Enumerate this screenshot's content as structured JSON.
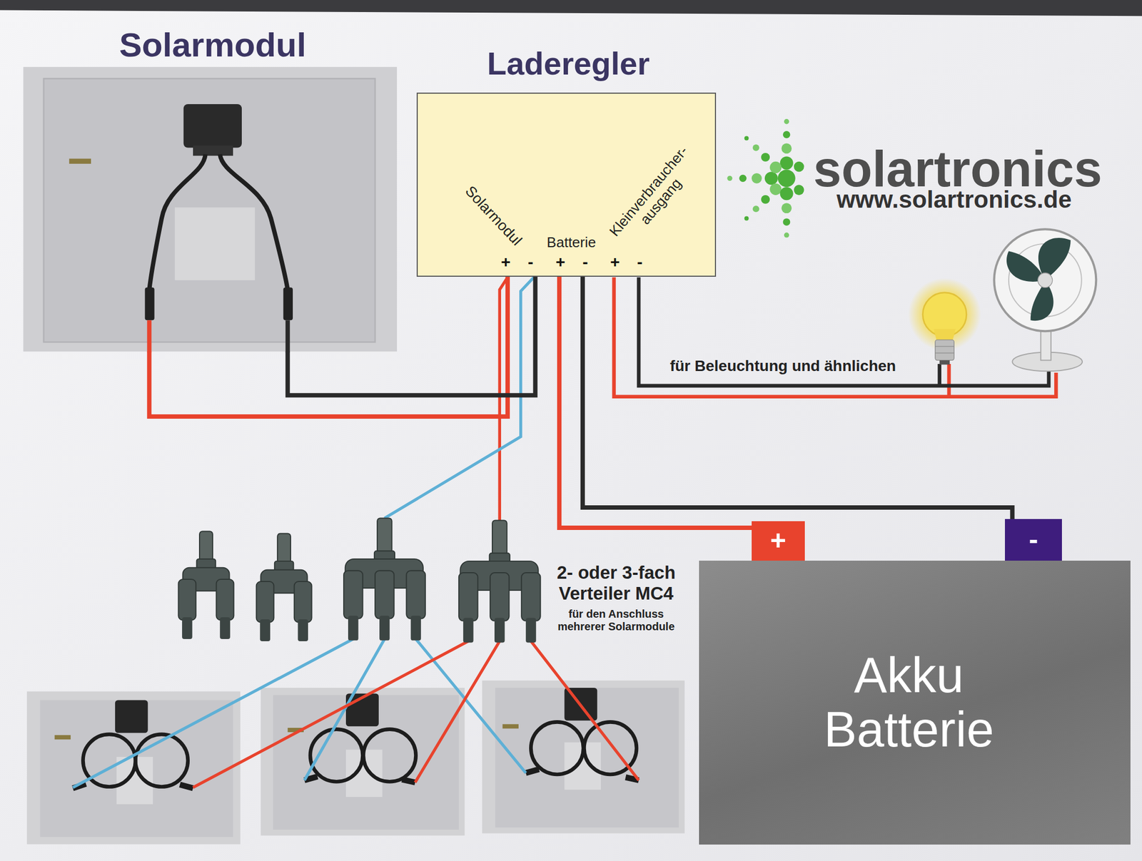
{
  "diagram": {
    "nodes": [
      {
        "text": [
          "Solarmodul"
        ]
      },
      {
        "text": [
          "Laderegler",
          "Solarmodul",
          "Batterie",
          "Kleinverbraucher- ausgang",
          "+",
          "-",
          "+",
          "-",
          "+",
          "-"
        ]
      },
      {
        "text": [
          "+"
        ]
      },
      {
        "text": [
          "-"
        ]
      },
      {
        "text": [
          "Akku Batterie"
        ]
      }
    ],
    "edges": [
      {
        "from": 0,
        "to": 1,
        "arrow": "none"
      },
      {
        "from": 0,
        "to": 1,
        "arrow": "none"
      },
      {
        "from": 1,
        "to": 2,
        "arrow": "none"
      },
      {
        "from": 1,
        "to": 3,
        "arrow": "none"
      }
    ],
    "labels": [
      "solartronics",
      "www.solartronics.de",
      "für Beleuchtung und ähnlichen",
      "2- oder 3-fach Verteiler MC4",
      "für den Anschluss mehrerer Solarmodule"
    ]
  }
}
